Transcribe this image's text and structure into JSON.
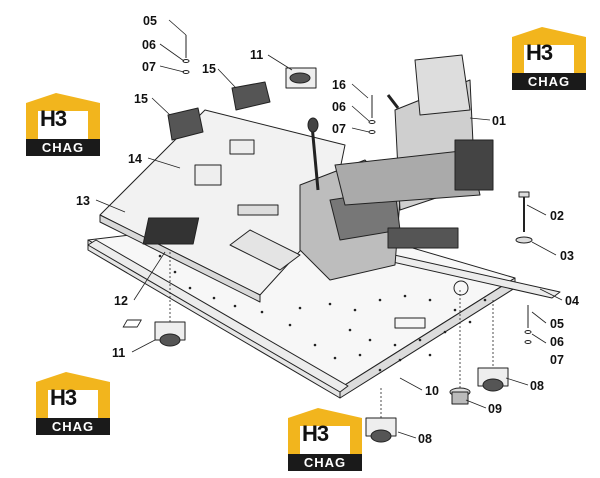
{
  "logo_text_top": "H3",
  "logo_text_bottom": "CHAG",
  "colors": {
    "logo_yellow": "#f2b51d",
    "line": "#222222",
    "fill_light": "#f4f4f4",
    "fill_mid": "#d8d8d8",
    "fill_dark": "#444444"
  },
  "callouts": [
    {
      "id": "05a",
      "text": "05"
    },
    {
      "id": "06a",
      "text": "06"
    },
    {
      "id": "07a",
      "text": "07"
    },
    {
      "id": "11a",
      "text": "11"
    },
    {
      "id": "15a",
      "text": "15"
    },
    {
      "id": "15b",
      "text": "15"
    },
    {
      "id": "16",
      "text": "16"
    },
    {
      "id": "06b",
      "text": "06"
    },
    {
      "id": "07b",
      "text": "07"
    },
    {
      "id": "01",
      "text": "01"
    },
    {
      "id": "14",
      "text": "14"
    },
    {
      "id": "13",
      "text": "13"
    },
    {
      "id": "02",
      "text": "02"
    },
    {
      "id": "03",
      "text": "03"
    },
    {
      "id": "12",
      "text": "12"
    },
    {
      "id": "04",
      "text": "04"
    },
    {
      "id": "05b",
      "text": "05"
    },
    {
      "id": "11b",
      "text": "11"
    },
    {
      "id": "06c",
      "text": "06"
    },
    {
      "id": "07c",
      "text": "07"
    },
    {
      "id": "10",
      "text": "10"
    },
    {
      "id": "08a",
      "text": "08"
    },
    {
      "id": "09",
      "text": "09"
    },
    {
      "id": "08b",
      "text": "08"
    }
  ]
}
